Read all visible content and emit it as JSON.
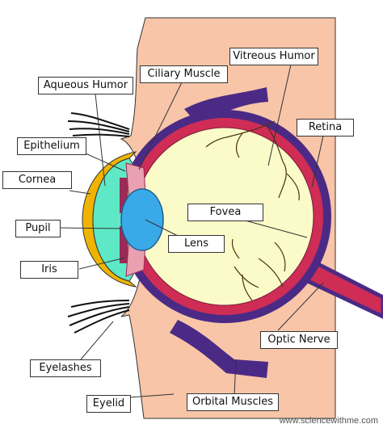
{
  "labels": {
    "vitreous_humor": "Vitreous Humor",
    "ciliary_muscle": "Ciliary Muscle",
    "aqueous_humor": "Aqueous Humor",
    "retina": "Retina",
    "epithelium": "Epithelium",
    "cornea": "Cornea",
    "fovea": "Fovea",
    "pupil": "Pupil",
    "lens": "Lens",
    "iris": "Iris",
    "optic_nerve": "Optic Nerve",
    "eyelashes": "Eyelashes",
    "eyelid": "Eyelid",
    "orbital_muscles": "Orbital Muscles"
  },
  "credit": "www.sciencewithme.com",
  "colors": {
    "skin": "#f8c5a8",
    "sclera": "#4b2a86",
    "choroid": "#cf2d55",
    "vitreous": "#fafbc8",
    "lens": "#3aa9e8",
    "aqueous": "#5ee8c6",
    "cornea_rim": "#f0b400",
    "iris": "#9b2a57",
    "ciliary": "#e9a0b0",
    "vein": "#4a3410",
    "leader": "#333333"
  }
}
